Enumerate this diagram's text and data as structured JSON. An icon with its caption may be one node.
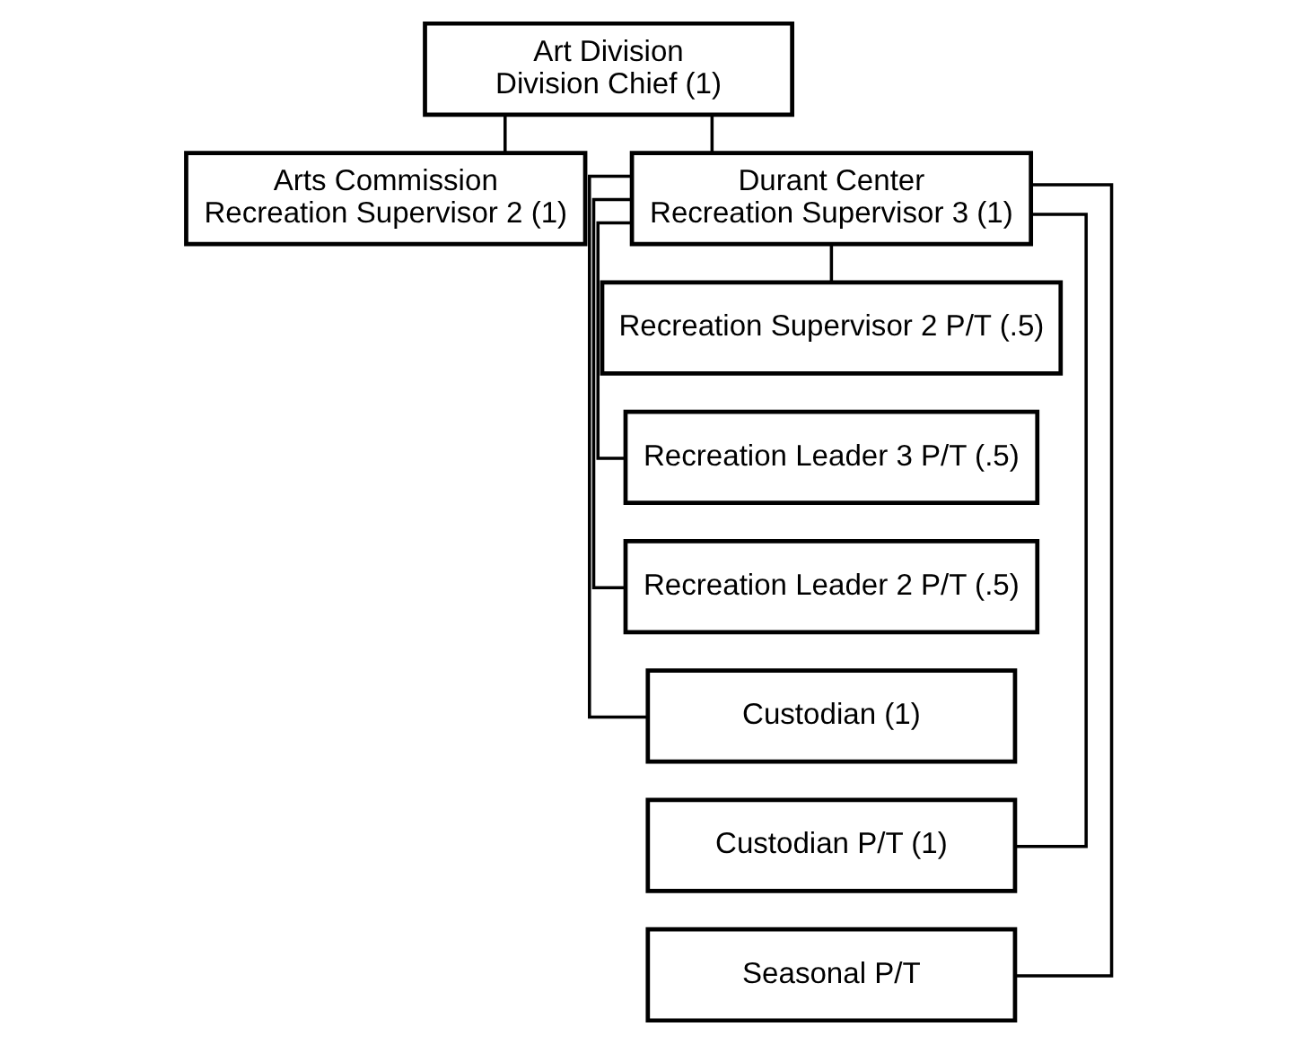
{
  "diagram": {
    "nodes": [
      {
        "text": [
          "Art Division",
          "Division Chief (1)"
        ]
      },
      {
        "text": [
          "Arts Commission",
          "Recreation Supervisor 2 (1)"
        ]
      },
      {
        "text": [
          "Durant Center",
          "Recreation Supervisor 3 (1)"
        ]
      },
      {
        "text": [
          "Recreation Supervisor 2 P/T (.5)"
        ]
      },
      {
        "text": [
          "Recreation Leader 3 P/T (.5)"
        ]
      },
      {
        "text": [
          "Recreation Leader 2 P/T (.5)"
        ]
      },
      {
        "text": [
          "Custodian (1)"
        ]
      },
      {
        "text": [
          "Custodian P/T (1)"
        ]
      },
      {
        "text": [
          "Seasonal P/T"
        ]
      }
    ],
    "edges": [
      {
        "from": 0,
        "to": 1,
        "arrow": "none"
      },
      {
        "from": 0,
        "to": 2,
        "arrow": "none"
      },
      {
        "from": 2,
        "to": 3,
        "arrow": "none"
      },
      {
        "from": 2,
        "to": 4,
        "arrow": "none"
      },
      {
        "from": 2,
        "to": 5,
        "arrow": "none"
      },
      {
        "from": 2,
        "to": 6,
        "arrow": "none"
      },
      {
        "from": 2,
        "to": 7,
        "arrow": "none"
      },
      {
        "from": 2,
        "to": 8,
        "arrow": "none"
      }
    ]
  }
}
